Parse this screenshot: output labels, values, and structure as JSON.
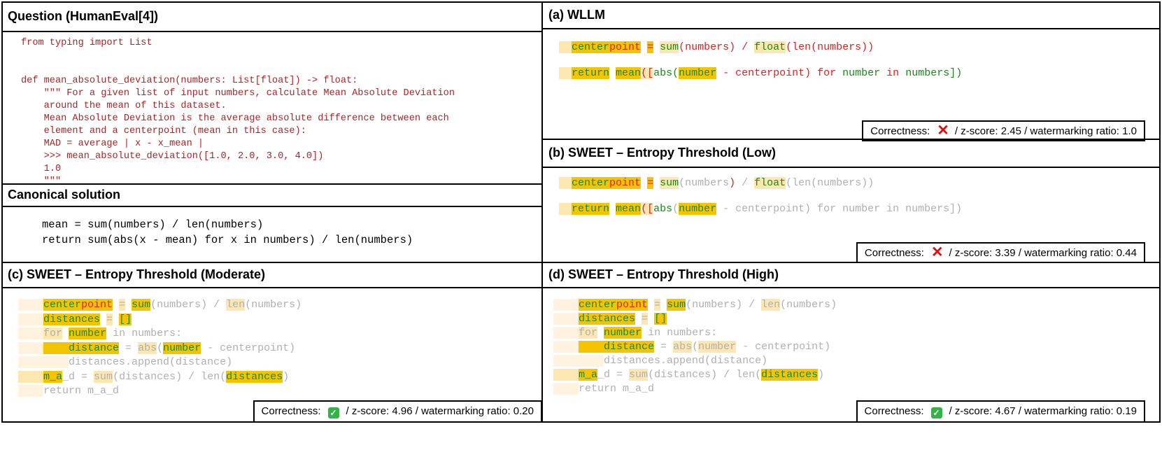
{
  "panels": {
    "question": {
      "title": "Question (HumanEval[4])",
      "code": "from typing import List\n\n\ndef mean_absolute_deviation(numbers: List[float]) -> float:\n    \"\"\" For a given list of input numbers, calculate Mean Absolute Deviation\n    around the mean of this dataset.\n    Mean Absolute Deviation is the average absolute difference between each\n    element and a centerpoint (mean in this case):\n    MAD = average | x - x_mean |\n    >>> mean_absolute_deviation([1.0, 2.0, 3.0, 4.0])\n    1.0\n    \"\"\""
    },
    "canonical": {
      "title": "Canonical solution",
      "code": "mean = sum(numbers) / len(numbers)\nreturn sum(abs(x - mean) for x in numbers) / len(numbers)"
    },
    "a": {
      "title": "(a) WLLM",
      "badge": {
        "label": "Correctness:",
        "mark": "✕",
        "rest": "/ z-score: 2.45 / watermarking ratio: 1.0"
      }
    },
    "b": {
      "title": "(b) SWEET – Entropy Threshold (Low)",
      "badge": {
        "label": "Correctness:",
        "mark": "✕",
        "rest": "/ z-score: 3.39 / watermarking ratio: 0.44"
      }
    },
    "c": {
      "title": "(c) SWEET – Entropy Threshold (Moderate)",
      "badge": {
        "label": "Correctness:",
        "mark": "✓",
        "rest": "/ z-score: 4.96 / watermarking ratio: 0.20"
      }
    },
    "d": {
      "title": "(d) SWEET – Entropy Threshold (High)",
      "badge": {
        "label": "Correctness:",
        "mark": "✓",
        "rest": "/ z-score: 4.67 / watermarking ratio: 0.19"
      }
    }
  },
  "colors": {
    "green": "#1a8a1a",
    "red": "#e02020",
    "gray": "#b0b0b0",
    "dark": "#555555",
    "hl_strong": "#f5c400",
    "hl_light": "#fde7b0",
    "hl_faint": "#fff3e0"
  },
  "token_blocks": {
    "a": [
      [
        [
          "  ",
          "",
          "hl_light"
        ],
        [
          "center",
          "green",
          "hl_strong"
        ],
        [
          "point",
          "red",
          "hl_strong"
        ],
        [
          " ",
          "",
          ""
        ],
        [
          "=",
          "red",
          "hl_strong"
        ],
        [
          " ",
          ""
        ],
        [
          "sum",
          "green",
          "hl_light"
        ],
        [
          "(numbers)",
          "red",
          ""
        ],
        [
          " / ",
          "red",
          ""
        ],
        [
          "float",
          "green",
          "hl_light"
        ],
        [
          "(len(numbers))",
          "red",
          ""
        ]
      ],
      [
        [
          "  ",
          "",
          "hl_light"
        ],
        [
          "return",
          "green",
          "hl_strong"
        ],
        [
          " ",
          ""
        ],
        [
          "mean",
          "green",
          "hl_strong"
        ],
        [
          "([",
          "red",
          "hl_light"
        ],
        [
          "abs(",
          "green",
          ""
        ],
        [
          "number",
          "green",
          "hl_strong"
        ],
        [
          " - centerpoint) ",
          "red",
          ""
        ],
        [
          "for",
          "red",
          ""
        ],
        [
          " number ",
          "green",
          ""
        ],
        [
          "in",
          "red",
          ""
        ],
        [
          " numbers])",
          "green",
          ""
        ]
      ]
    ],
    "b": [
      [
        [
          "  ",
          "",
          "hl_light"
        ],
        [
          "center",
          "green",
          "hl_strong"
        ],
        [
          "point",
          "red",
          "hl_strong"
        ],
        [
          " ",
          "",
          ""
        ],
        [
          "=",
          "red",
          "hl_strong"
        ],
        [
          " ",
          ""
        ],
        [
          "sum",
          "green",
          "hl_light"
        ],
        [
          "(numbers",
          "gray",
          ""
        ],
        [
          ")",
          "red",
          ""
        ],
        [
          " / ",
          "gray",
          ""
        ],
        [
          "float",
          "green",
          "hl_light"
        ],
        [
          "(len(numbers))",
          "gray",
          ""
        ]
      ],
      [
        [
          "  ",
          "",
          "hl_light"
        ],
        [
          "return",
          "green",
          "hl_strong"
        ],
        [
          " ",
          ""
        ],
        [
          "mean",
          "green",
          "hl_strong"
        ],
        [
          "([",
          "red",
          "hl_light"
        ],
        [
          "abs",
          "green",
          ""
        ],
        [
          "(",
          "gray",
          ""
        ],
        [
          "number",
          "green",
          "hl_strong"
        ],
        [
          " - centerpoint) for number in numbers])",
          "gray",
          ""
        ]
      ]
    ],
    "c": [
      [
        [
          "    ",
          "",
          "hl_faint"
        ],
        [
          "center",
          "green",
          "hl_strong"
        ],
        [
          "point",
          "red",
          "hl_strong"
        ],
        [
          " ",
          "",
          ""
        ],
        [
          "=",
          "gray",
          "hl_light"
        ],
        [
          " ",
          ""
        ],
        [
          "sum",
          "green",
          "hl_strong"
        ],
        [
          "(numbers) / ",
          "gray",
          ""
        ],
        [
          "len",
          "gray",
          "hl_light"
        ],
        [
          "(numbers)",
          "gray",
          ""
        ]
      ],
      [
        [
          "    ",
          "",
          "hl_faint"
        ],
        [
          "distances",
          "green",
          "hl_strong"
        ],
        [
          " ",
          ""
        ],
        [
          "=",
          "gray",
          "hl_light"
        ],
        [
          " ",
          ""
        ],
        [
          "[]",
          "green",
          "hl_strong"
        ]
      ],
      [
        [
          "    ",
          "",
          "hl_faint"
        ],
        [
          "for",
          "gray",
          "hl_light"
        ],
        [
          " ",
          ""
        ],
        [
          "number",
          "green",
          "hl_strong"
        ],
        [
          " in numbers:",
          "gray",
          ""
        ]
      ],
      [
        [
          "    ",
          "",
          "hl_faint"
        ],
        [
          "    ",
          "",
          "hl_strong"
        ],
        [
          "distance",
          "green",
          "hl_strong"
        ],
        [
          " = ",
          "gray",
          ""
        ],
        [
          "abs",
          "gray",
          "hl_light"
        ],
        [
          "(",
          "gray",
          ""
        ],
        [
          "number",
          "green",
          "hl_strong"
        ],
        [
          " - centerpoint)",
          "gray",
          ""
        ]
      ],
      [
        [
          "    ",
          "",
          "hl_faint"
        ],
        [
          "    ",
          "",
          "hl_faint"
        ],
        [
          "distances.append(distance)",
          "gray",
          ""
        ]
      ],
      [
        [
          "    ",
          "",
          "hl_light"
        ],
        [
          "m_a",
          "green",
          "hl_strong"
        ],
        [
          "_d = ",
          "gray",
          ""
        ],
        [
          "sum",
          "gray",
          "hl_light"
        ],
        [
          "(distances) / len(",
          "gray",
          ""
        ],
        [
          "distances",
          "green",
          "hl_strong"
        ],
        [
          ")",
          "gray",
          ""
        ]
      ],
      [
        [
          "    ",
          "",
          "hl_faint"
        ],
        [
          "return m_a_d",
          "gray",
          ""
        ]
      ]
    ],
    "d": [
      [
        [
          "    ",
          "",
          "hl_faint"
        ],
        [
          "center",
          "green",
          "hl_strong"
        ],
        [
          "point",
          "red",
          "hl_strong"
        ],
        [
          " ",
          "",
          ""
        ],
        [
          "=",
          "gray",
          "hl_light"
        ],
        [
          " ",
          ""
        ],
        [
          "sum",
          "green",
          "hl_strong"
        ],
        [
          "(numbers) / ",
          "gray",
          ""
        ],
        [
          "len",
          "gray",
          "hl_light"
        ],
        [
          "(numbers)",
          "gray",
          ""
        ]
      ],
      [
        [
          "    ",
          "",
          "hl_faint"
        ],
        [
          "distances",
          "green",
          "hl_strong"
        ],
        [
          " ",
          ""
        ],
        [
          "=",
          "gray",
          "hl_light"
        ],
        [
          " ",
          ""
        ],
        [
          "[]",
          "green",
          "hl_strong"
        ]
      ],
      [
        [
          "    ",
          "",
          "hl_faint"
        ],
        [
          "for",
          "gray",
          "hl_light"
        ],
        [
          " ",
          ""
        ],
        [
          "number",
          "green",
          "hl_strong"
        ],
        [
          " in numbers:",
          "gray",
          ""
        ]
      ],
      [
        [
          "    ",
          "",
          "hl_faint"
        ],
        [
          "    ",
          "",
          "hl_strong"
        ],
        [
          "distance",
          "green",
          "hl_strong"
        ],
        [
          " = ",
          "gray",
          ""
        ],
        [
          "abs",
          "gray",
          "hl_light"
        ],
        [
          "(",
          "gray",
          ""
        ],
        [
          "number",
          "gray",
          "hl_light"
        ],
        [
          " - centerpoint)",
          "gray",
          ""
        ]
      ],
      [
        [
          "    ",
          "",
          "hl_faint"
        ],
        [
          "    ",
          "",
          "hl_faint"
        ],
        [
          "distances.append(distance)",
          "gray",
          ""
        ]
      ],
      [
        [
          "    ",
          "",
          "hl_light"
        ],
        [
          "m_a",
          "green",
          "hl_strong"
        ],
        [
          "_d = ",
          "gray",
          ""
        ],
        [
          "sum",
          "gray",
          "hl_light"
        ],
        [
          "(distances) / len(",
          "gray",
          ""
        ],
        [
          "distances",
          "green",
          "hl_strong"
        ],
        [
          ")",
          "gray",
          ""
        ]
      ],
      [
        [
          "    ",
          "",
          "hl_faint"
        ],
        [
          "return m_a_d",
          "gray",
          ""
        ]
      ]
    ]
  }
}
